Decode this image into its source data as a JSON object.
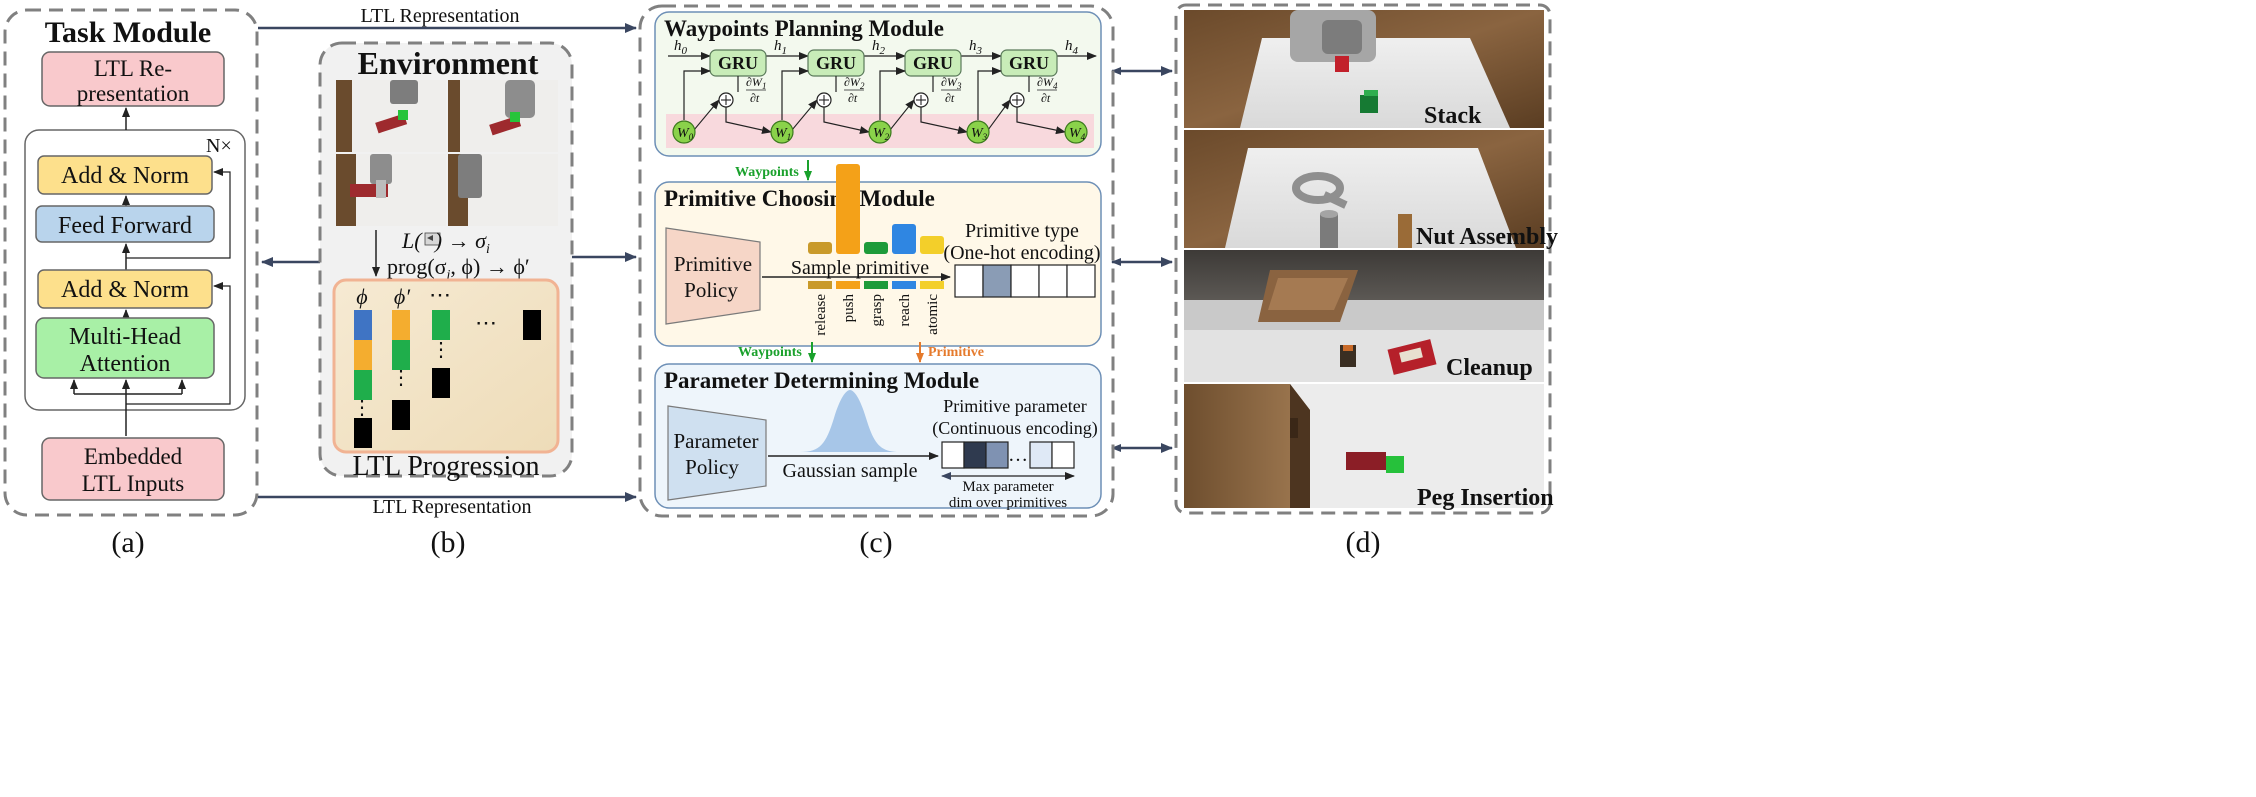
{
  "colors": {
    "pink": "#f9c9cc",
    "yellow": "#fde08c",
    "blue": "#b9d4ec",
    "green": "#a8f0a6",
    "parchment": "#f4e6cb",
    "waypoint_green": "#1aa12c",
    "primitive_orange": "#e57a2c"
  },
  "top_labels": {
    "ltl_top": "LTL Representation",
    "ltl_bottom": "LTL Representation"
  },
  "task_module": {
    "title": "Task Module",
    "ltl_rep_line1": "LTL Re-",
    "ltl_rep_line2": "presentation",
    "nx": "N×",
    "add_norm_top": "Add & Norm",
    "feed_forward": "Feed Forward",
    "add_norm_bottom": "Add & Norm",
    "mha_line1": "Multi-Head",
    "mha_line2": "Attention",
    "embedded_line1": "Embedded",
    "embedded_line2": "LTL Inputs",
    "panel_label": "(a)"
  },
  "environment": {
    "title": "Environment",
    "formula_1": "L(   ) → σ",
    "formula_1_sub": "i",
    "formula_2": "prog(σ",
    "formula_2_rest": ", ϕ) → ϕ′",
    "phi": "ϕ",
    "phi_prime": "ϕ′",
    "dots": "⋯",
    "dots2": "⋯",
    "vdots": "⋮",
    "progression_title": "LTL Progression",
    "panel_label": "(b)"
  },
  "waypoints_module": {
    "title": "Waypoints Planning Module",
    "gru": [
      "GRU",
      "GRU",
      "GRU",
      "GRU"
    ],
    "h": [
      "h",
      "h",
      "h",
      "h",
      "h"
    ],
    "h_sub": [
      "0",
      "1",
      "2",
      "3",
      "4"
    ],
    "w_sub": [
      "0",
      "1",
      "2",
      "3",
      "4"
    ],
    "grad_sub": [
      "1",
      "2",
      "3",
      "4"
    ]
  },
  "arrows": {
    "waypoints_1": "Waypoints",
    "waypoints_2": "Waypoints",
    "primitive": "Primitive"
  },
  "primitive_module": {
    "title": "Primitive Choosing Module",
    "policy_line1": "Primitive",
    "policy_line2": "Policy",
    "sample_label": "Sample primitive",
    "primitives": [
      "release",
      "push",
      "grasp",
      "reach",
      "atomic"
    ],
    "probabilities": [
      0.08,
      0.6,
      0.08,
      0.2,
      0.12
    ],
    "type_line1": "Primitive  type",
    "type_line2": "(One-hot encoding)",
    "selected_index": 1
  },
  "parameter_module": {
    "title": "Parameter Determining Module",
    "policy_line1": "Parameter",
    "policy_line2": "Policy",
    "sample_label": "Gaussian sample",
    "param_line1": "Primitive parameter",
    "param_line2": "(Continuous encoding)",
    "max_line1": "Max parameter",
    "max_line2": "dim over  primitives",
    "dots": "…",
    "panel_label": "(c)"
  },
  "tasks": {
    "names": [
      "Stack",
      "Nut Assembly",
      "Cleanup",
      "Peg Insertion"
    ],
    "panel_label": "(d)"
  }
}
